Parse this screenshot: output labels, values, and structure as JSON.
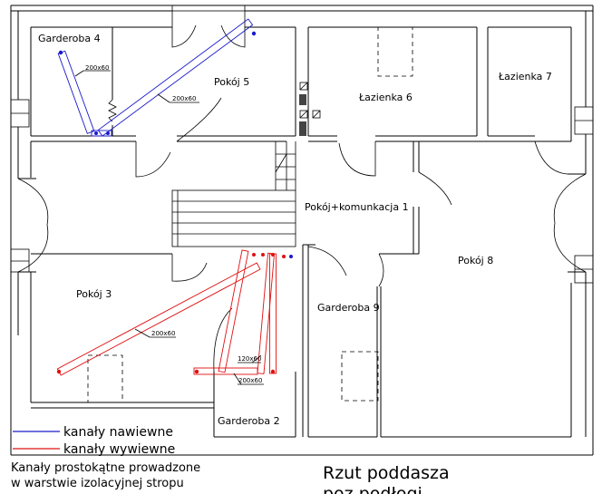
{
  "rooms": {
    "garderoba4": "Garderoba 4",
    "pokoj5": "Pokój 5",
    "lazienka6": "Łazienka 6",
    "lazienka7": "Łazienka 7",
    "komunikacja1": "Pokój+komunkacja 1",
    "pokoj8": "Pokój 8",
    "pokoj3": "Pokój 3",
    "garderoba9": "Garderoba 9",
    "garderoba2": "Garderoba 2"
  },
  "ducts": {
    "size_200x60": "200x60",
    "size_120x60": "120x60"
  },
  "legend": {
    "supply": "kanały nawiewne",
    "exhaust": "kanały wywiewne",
    "supply_color": "#1a1acc",
    "exhaust_color": "#e01010"
  },
  "note": {
    "line1": "Kanały prostokątne prowadzone",
    "line2": "w warstwie izolacyjnej stropu"
  },
  "title": {
    "line1": "Rzut poddasza",
    "line2": "poz.podłogi"
  }
}
